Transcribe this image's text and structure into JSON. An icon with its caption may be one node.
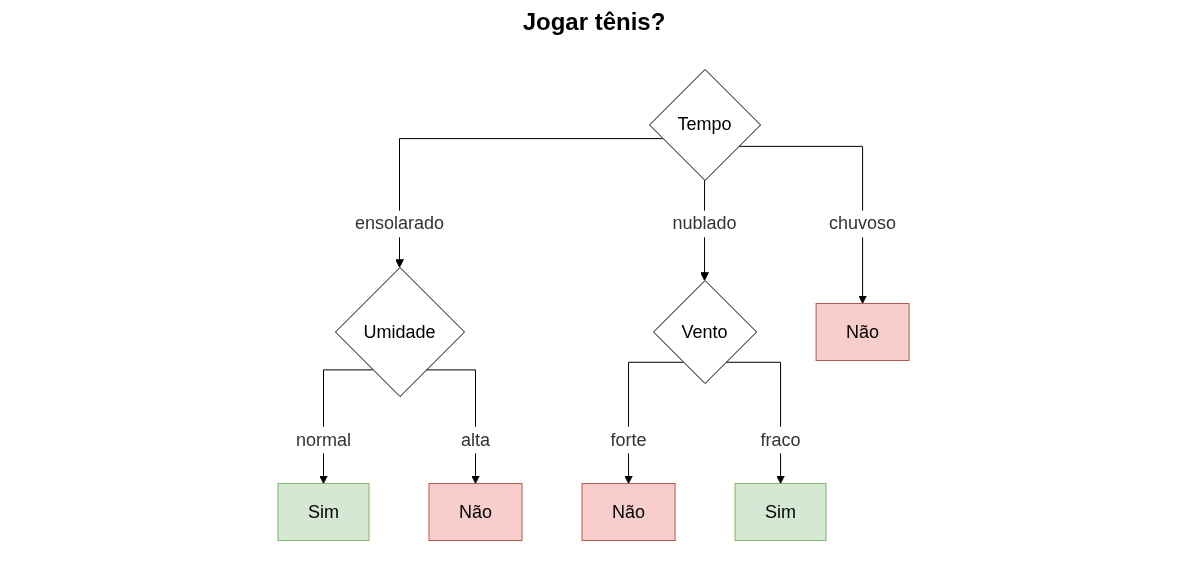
{
  "diagram": {
    "title": "Jogar tênis?",
    "nodes": [
      {
        "text": [
          "Tempo"
        ]
      },
      {
        "text": [
          "Umidade"
        ]
      },
      {
        "text": [
          "Vento"
        ]
      },
      {
        "text": [
          "Sim"
        ]
      },
      {
        "text": [
          "Não"
        ]
      },
      {
        "text": [
          "Não"
        ]
      },
      {
        "text": [
          "Não"
        ]
      },
      {
        "text": [
          "Sim"
        ]
      }
    ],
    "edges": [
      {
        "from": 0,
        "to": 1,
        "arrow": "to",
        "label": "ensolarado"
      },
      {
        "from": 0,
        "to": 5,
        "arrow": "to",
        "label": "chuvoso"
      },
      {
        "from": 0,
        "to": 2,
        "arrow": "to",
        "label": "nublado"
      },
      {
        "from": 1,
        "to": 3,
        "arrow": "to",
        "label": "normal"
      },
      {
        "from": 1,
        "to": 4,
        "arrow": "to",
        "label": "alta"
      },
      {
        "from": 2,
        "to": 6,
        "arrow": "to",
        "label": "forte"
      },
      {
        "from": 2,
        "to": 7,
        "arrow": "to",
        "label": "fraco"
      }
    ]
  }
}
